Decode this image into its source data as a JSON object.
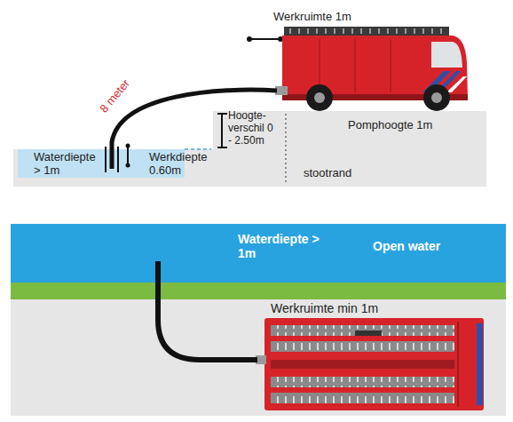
{
  "diagram": {
    "nodes": [
      {
        "text": [
          "Waterdiepte > 1m",
          "Werkdiepte 0.60m"
        ]
      },
      {
        "text": [
          "Waterdiepte > 1m",
          "Open water"
        ]
      }
    ],
    "labels": [
      "Werkruimte 1m",
      "8 meter",
      "Hoogte- verschil 0 - 2.50m",
      "Pomphoogte 1m",
      "stootrand",
      "Werkruimte min 1m"
    ]
  }
}
